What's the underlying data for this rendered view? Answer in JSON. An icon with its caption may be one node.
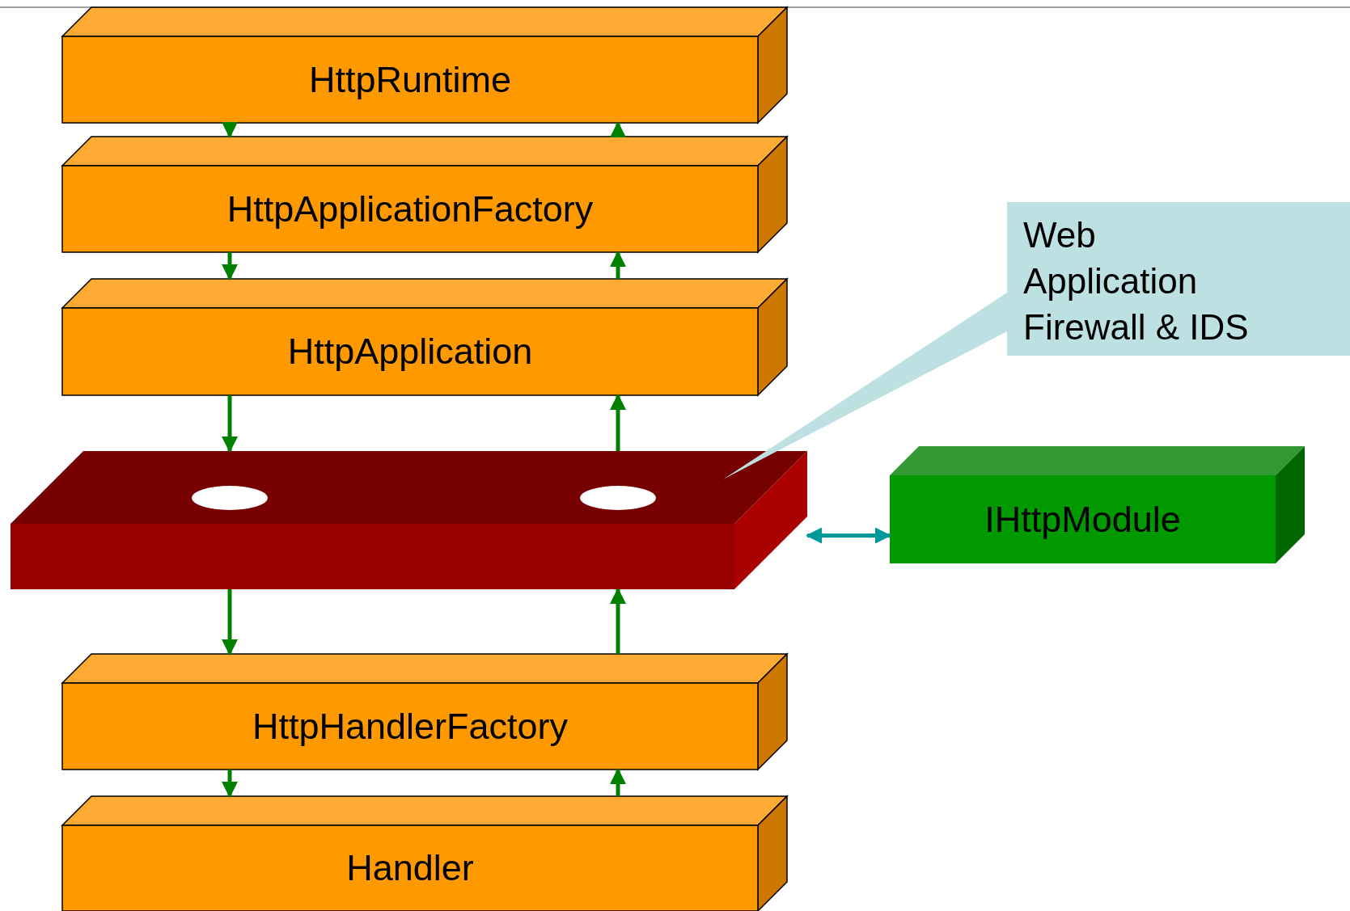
{
  "diagram": {
    "nodes": [
      {
        "text": [
          "HttpRuntime"
        ]
      },
      {
        "text": [
          "HttpApplicationFactory"
        ]
      },
      {
        "text": [
          "HttpApplication"
        ]
      },
      {
        "text": [],
        "shape": "box"
      },
      {
        "text": [
          "IHttpModule"
        ]
      },
      {
        "text": [
          "HttpHandlerFactory"
        ]
      },
      {
        "text": [
          "Handler"
        ]
      },
      {
        "text": [
          "Web Application Firewall & IDS"
        ]
      }
    ],
    "edges": [
      {
        "from": 0,
        "to": 1,
        "arrow": "to"
      },
      {
        "from": 1,
        "to": 0,
        "arrow": "to"
      },
      {
        "from": 1,
        "to": 2,
        "arrow": "to"
      },
      {
        "from": 2,
        "to": 1,
        "arrow": "to"
      },
      {
        "from": 2,
        "to": 3,
        "arrow": "to"
      },
      {
        "from": 3,
        "to": 2,
        "arrow": "to"
      },
      {
        "from": 3,
        "to": 5,
        "arrow": "to"
      },
      {
        "from": 5,
        "to": 3,
        "arrow": "to"
      },
      {
        "from": 5,
        "to": 6,
        "arrow": "to"
      },
      {
        "from": 6,
        "to": 5,
        "arrow": "to"
      },
      {
        "from": 3,
        "to": 4,
        "arrow": "both",
        "color": "#009999"
      },
      {
        "from": 7,
        "to": 3,
        "arrow": "none",
        "color": "#bde0e3"
      }
    ]
  }
}
